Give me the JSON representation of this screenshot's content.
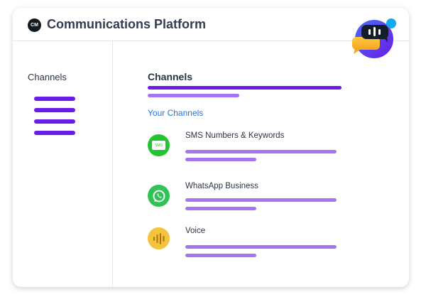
{
  "header": {
    "logo": "CM",
    "title": "Communications Platform"
  },
  "sidebar": {
    "label": "Channels",
    "menu_icon": "hamburger-menu-icon"
  },
  "main": {
    "title": "Channels",
    "section": "Your Channels",
    "channels": [
      {
        "label": "SMS Numbers & Keywords",
        "icon": "sms-icon",
        "icon_text": "SMS",
        "color": "#22c433"
      },
      {
        "label": "WhatsApp Business",
        "icon": "whatsapp-icon",
        "color": "#2ec353"
      },
      {
        "label": "Voice",
        "icon": "voice-waveform-icon",
        "color": "#f6c33a"
      }
    ]
  },
  "colors": {
    "accent": "#6a1be8",
    "bar_light": "#a774ef",
    "link": "#1f76e5"
  }
}
